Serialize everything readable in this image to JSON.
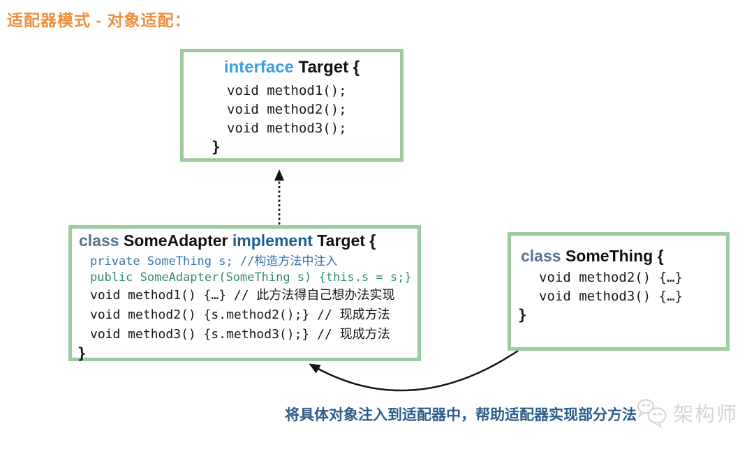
{
  "title": "适配器模式 - 对象适配：",
  "target_box": {
    "keyword": "interface",
    "name": " Target {",
    "lines": [
      "void method1();",
      "void method2();",
      "void method3();"
    ],
    "close": "}"
  },
  "adapter_box": {
    "kw_class": "class",
    "name": " SomeAdapter ",
    "kw_implement": "implement",
    "target": " Target {",
    "line_private": "private SomeThing s; //构造方法中注入",
    "line_public": "public SomeAdapter(SomeThing s) {this.s = s;}",
    "line_m1": "void method1() {…} // 此方法得自己想办法实现",
    "line_m2": "void method2() {s.method2();} // 现成方法",
    "line_m3": "void method3() {s.method3();} // 现成方法",
    "close": "}"
  },
  "something_box": {
    "kw_class": "class",
    "name": " SomeThing {",
    "lines": [
      "void method2() {…}",
      "void method3() {…}"
    ],
    "close": "}"
  },
  "caption": "将具体对象注入到适配器中，帮助适配器实现部分方法",
  "watermark": {
    "icon": "wechat-bubbles-icon",
    "text": "架构师"
  },
  "arrows": {
    "implements_arrow": "dashed-up-arrow",
    "inject_arrow": "curved-left-arrow"
  },
  "colors": {
    "title_orange": "#ee8f3e",
    "box_border_green": "#9ccba0",
    "keyword_light_blue": "#3b9fe8",
    "keyword_slate": "#54738f",
    "keyword_dark_blue": "#1d5f91",
    "code_blue": "#3173ae",
    "code_teal": "#2f8a74",
    "code_black": "#161616",
    "caption_blue": "#2b5c8b",
    "watermark_gray": "#d4d4d4"
  }
}
